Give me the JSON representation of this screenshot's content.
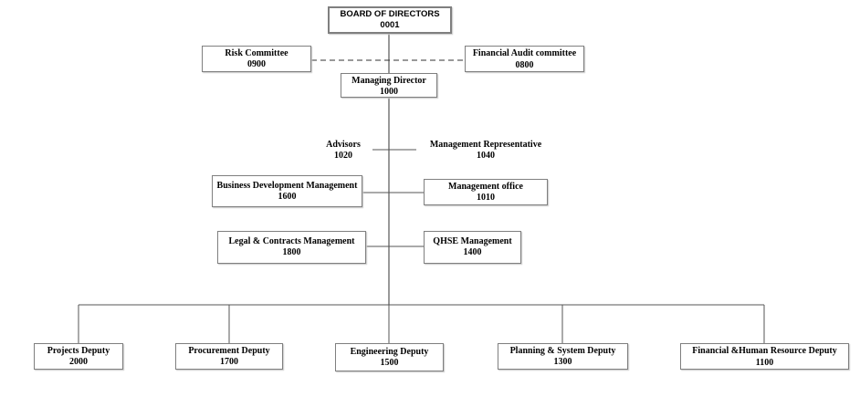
{
  "board": {
    "title": "BOARD OF DIRECTORS",
    "code": "0001"
  },
  "risk": {
    "title": "Risk Committee",
    "code": "0900"
  },
  "audit": {
    "title": "Financial Audit committee",
    "code": "0800"
  },
  "md": {
    "title": "Managing Director",
    "code": "1000"
  },
  "advisors": {
    "title": "Advisors",
    "code": "1020"
  },
  "mgmt_rep": {
    "title": "Management Representative",
    "code": "1040"
  },
  "bizdev": {
    "title": "Business Development Management",
    "code": "1600"
  },
  "mgmt_office": {
    "title": "Management office",
    "code": "1010"
  },
  "legal": {
    "title": "Legal & Contracts Management",
    "code": "1800"
  },
  "qhse": {
    "title": "QHSE Management",
    "code": "1400"
  },
  "deputies": [
    {
      "title": "Projects Deputy",
      "code": "2000"
    },
    {
      "title": "Procurement Deputy",
      "code": "1700"
    },
    {
      "title": "Engineering Deputy",
      "code": "1500"
    },
    {
      "title": "Planning & System Deputy",
      "code": "1300"
    },
    {
      "title": "Financial &Human Resource Deputy",
      "code": "1100"
    }
  ]
}
